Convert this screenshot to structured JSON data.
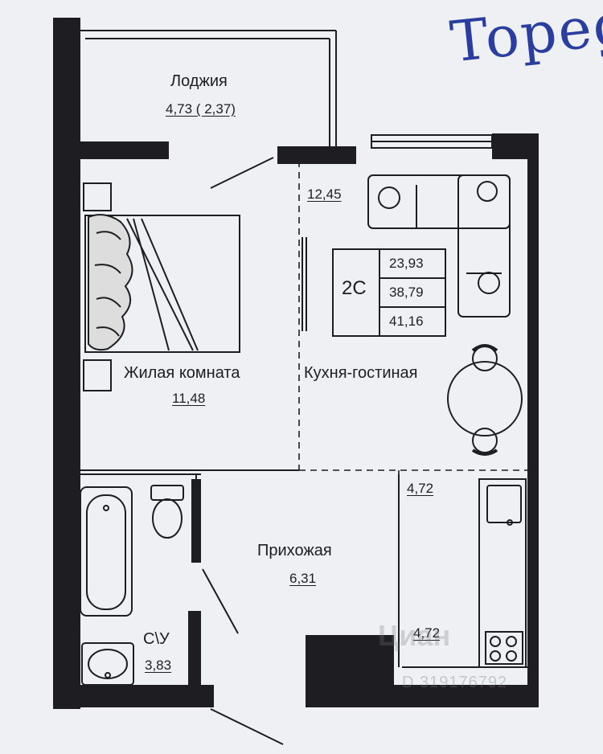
{
  "handwriting": "Topeg",
  "rooms": {
    "loggia": {
      "name": "Лоджия",
      "area": "4,73 ( 2,37)"
    },
    "living_room": {
      "name": "Жилая комната",
      "area": "11,48"
    },
    "kitchen_living": {
      "name": "Кухня-гостиная",
      "area": "12,45"
    },
    "hallway": {
      "name": "Прихожая",
      "area": "6,31"
    },
    "bathroom": {
      "name": "С\\У",
      "area": "3,83"
    },
    "kitchen_zone": {
      "area": "4,72"
    },
    "kitchen_zone_lower": {
      "area": "4,72"
    }
  },
  "summary": {
    "type": "2С",
    "living_area": "23,93",
    "total_area": "38,79",
    "total_with_loggia": "41,16"
  },
  "watermark": {
    "text": "Циан",
    "id": "D 319176792"
  }
}
